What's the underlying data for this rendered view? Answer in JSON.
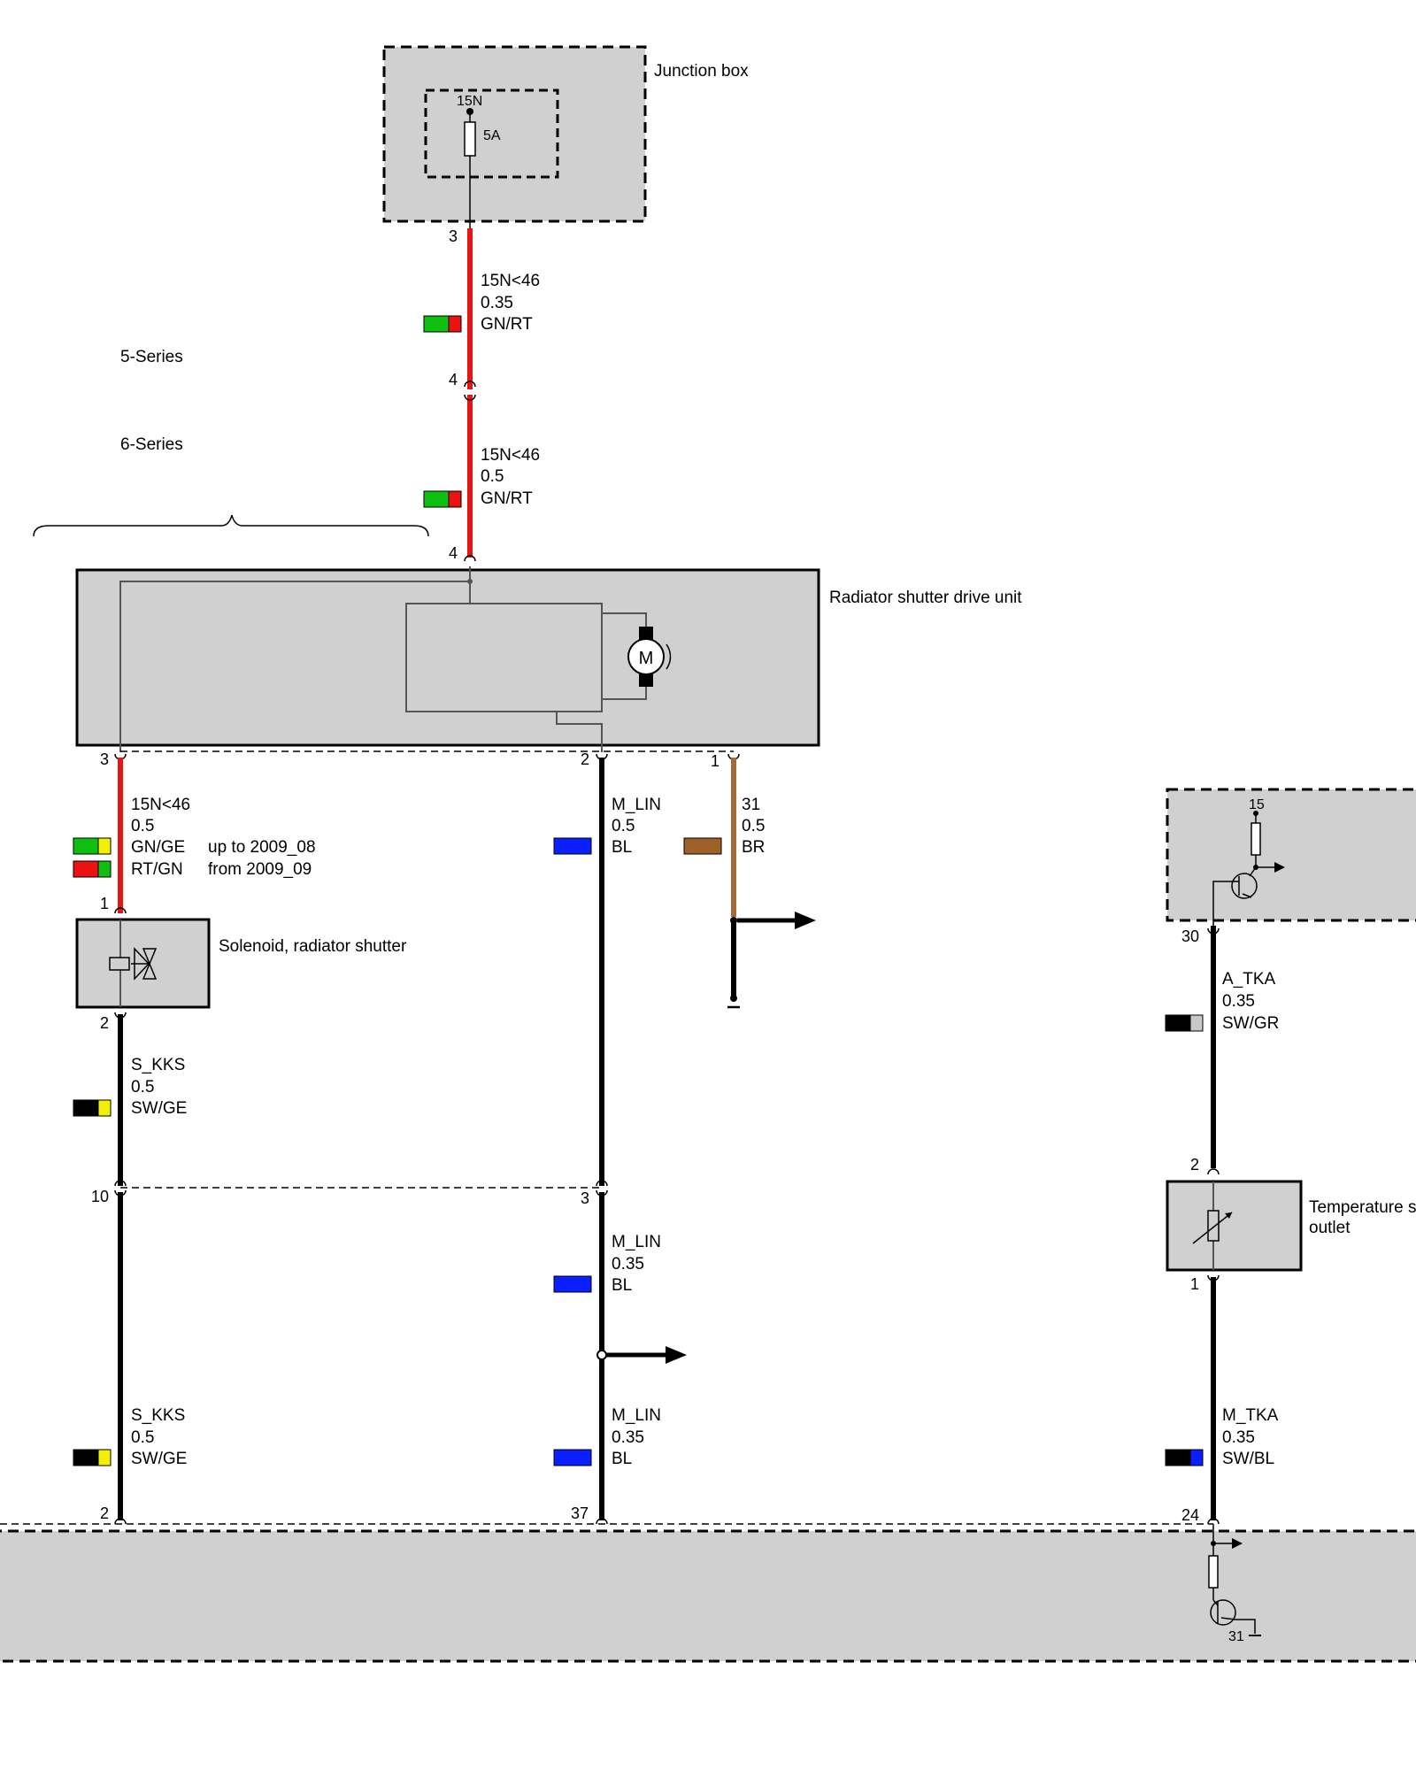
{
  "components": {
    "junction_box": {
      "label": "Junction box",
      "terminal": "15N",
      "fuse_rating": "5A"
    },
    "drive_unit": {
      "label": "Radiator shutter drive unit"
    },
    "solenoid": {
      "label": "Solenoid, radiator shutter"
    },
    "temp_sensor": {
      "label": "Temperature s",
      "label2": "outlet"
    },
    "sensor_module": {
      "terminal": "15"
    },
    "bottom_unit": {
      "ground_pin": "31"
    },
    "motor_symbol": "M"
  },
  "series": {
    "s5": "5-Series",
    "s6": "6-Series"
  },
  "wires": [
    {
      "signal": "15N<46",
      "size": "0.35",
      "color_code": "GN/RT",
      "colors": [
        "#10c010",
        "#ee1111"
      ],
      "wire_color": "#e81515"
    },
    {
      "signal": "15N<46",
      "size": "0.5",
      "color_code": "GN/RT",
      "colors": [
        "#10c010",
        "#ee1111"
      ],
      "wire_color": "#e81515"
    },
    {
      "signal": "15N<46",
      "size": "0.5",
      "color_code": "GN/GE",
      "colors": [
        "#10c010",
        "#f0f000"
      ],
      "alt_color_code": "RT/GN",
      "alt_colors": [
        "#ee1111",
        "#10c010"
      ],
      "note": "up to 2009_08",
      "alt_note": "from 2009_09",
      "wire_color": "#e81515"
    },
    {
      "signal": "M_LIN",
      "size": "0.5",
      "color_code": "BL",
      "colors": [
        "#0a1eff"
      ],
      "wire_color": "#000000"
    },
    {
      "signal": "31",
      "size": "0.5",
      "color_code": "BR",
      "colors": [
        "#a0602a"
      ],
      "wire_color": "#a36a3a"
    },
    {
      "signal": "S_KKS",
      "size": "0.5",
      "color_code": "SW/GE",
      "colors": [
        "#000000",
        "#f0f000"
      ],
      "wire_color": "#000000"
    },
    {
      "signal": "M_LIN",
      "size": "0.35",
      "color_code": "BL",
      "colors": [
        "#0a1eff"
      ],
      "wire_color": "#000000"
    },
    {
      "signal": "S_KKS",
      "size": "0.5",
      "color_code": "SW/GE",
      "colors": [
        "#000000",
        "#f0f000"
      ],
      "wire_color": "#000000"
    },
    {
      "signal": "M_LIN",
      "size": "0.35",
      "color_code": "BL",
      "colors": [
        "#0a1eff"
      ],
      "wire_color": "#000000"
    },
    {
      "signal": "A_TKA",
      "size": "0.35",
      "color_code": "SW/GR",
      "colors": [
        "#000000",
        "#c8c8c8"
      ],
      "wire_color": "#000000"
    },
    {
      "signal": "M_TKA",
      "size": "0.35",
      "color_code": "SW/BL",
      "colors": [
        "#000000",
        "#0a1eff"
      ],
      "wire_color": "#000000"
    }
  ],
  "pins": {
    "jb_out": "3",
    "conn_a": "4",
    "conn_b": "4",
    "du_left": "3",
    "du_mid": "2",
    "du_right": "1",
    "sol_in": "1",
    "sol_out": "2",
    "split_left": "10",
    "split_mid": "3",
    "bot_left": "2",
    "bot_mid": "37",
    "sens_out": "30",
    "ts_in": "2",
    "ts_out": "1",
    "bot_right": "24"
  },
  "colors": {
    "box_fill": "#d0d0d0",
    "red_wire": "#e81515",
    "black_wire": "#000000",
    "brown_wire": "#a36a3a"
  }
}
